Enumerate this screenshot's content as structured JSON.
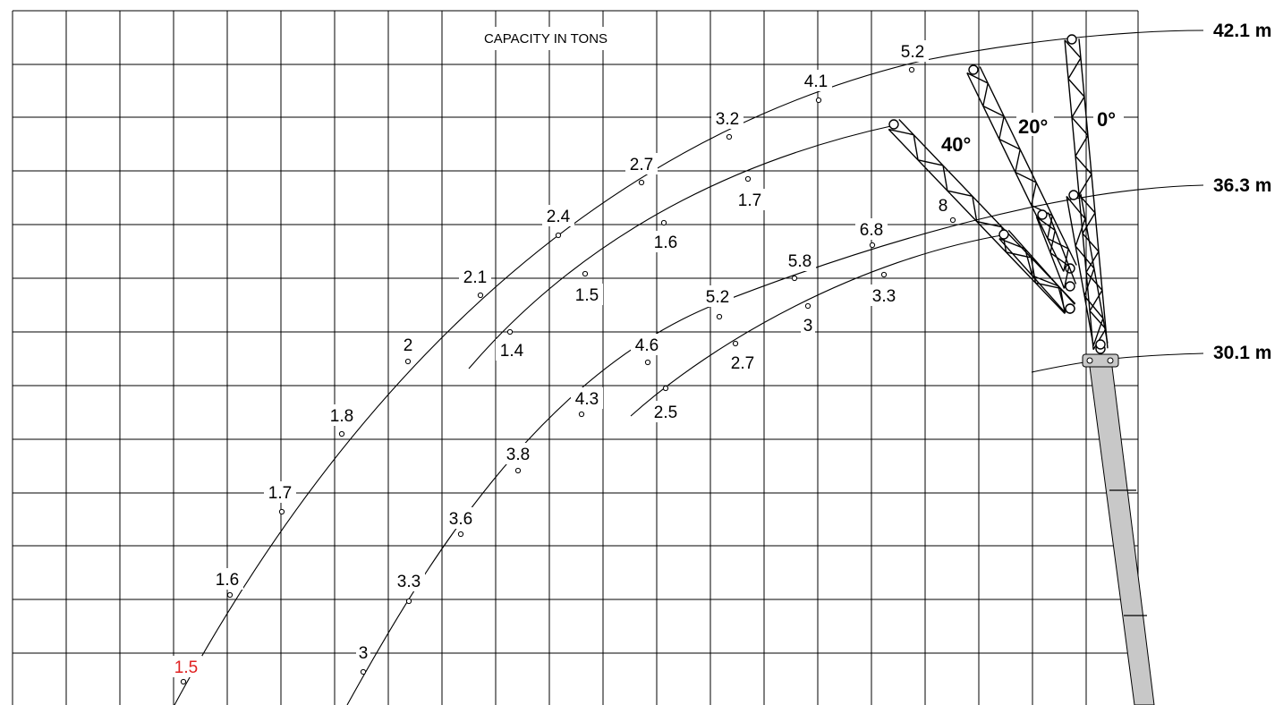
{
  "title": "CAPACITY IN TONS",
  "colors": {
    "grid": "#000000",
    "highlight": "#e02020",
    "boom": "#c8c8c8",
    "background": "#ffffff"
  },
  "lengths": [
    "42.1 m",
    "36.3 m",
    "30.1 m"
  ],
  "angles": [
    "0°",
    "20°",
    "40°"
  ],
  "curves": {
    "outer_42": {
      "length": "42.1 m",
      "labels": [
        "1.5",
        "1.6",
        "1.7",
        "1.8",
        "2",
        "2.1",
        "2.4",
        "2.7",
        "3.2",
        "4.1",
        "5.2"
      ]
    },
    "inner_42": {
      "labels": [
        "1.4",
        "1.5",
        "1.6",
        "1.7"
      ]
    },
    "outer_36": {
      "length": "36.3 m",
      "labels": [
        "3",
        "3.3",
        "3.6",
        "3.8",
        "4.3",
        "4.6",
        "5.2",
        "5.8",
        "6.8",
        "8"
      ]
    },
    "inner_36": {
      "labels": [
        "2.5",
        "2.7",
        "3",
        "3.3"
      ]
    }
  },
  "highlighted_value": "1.5"
}
